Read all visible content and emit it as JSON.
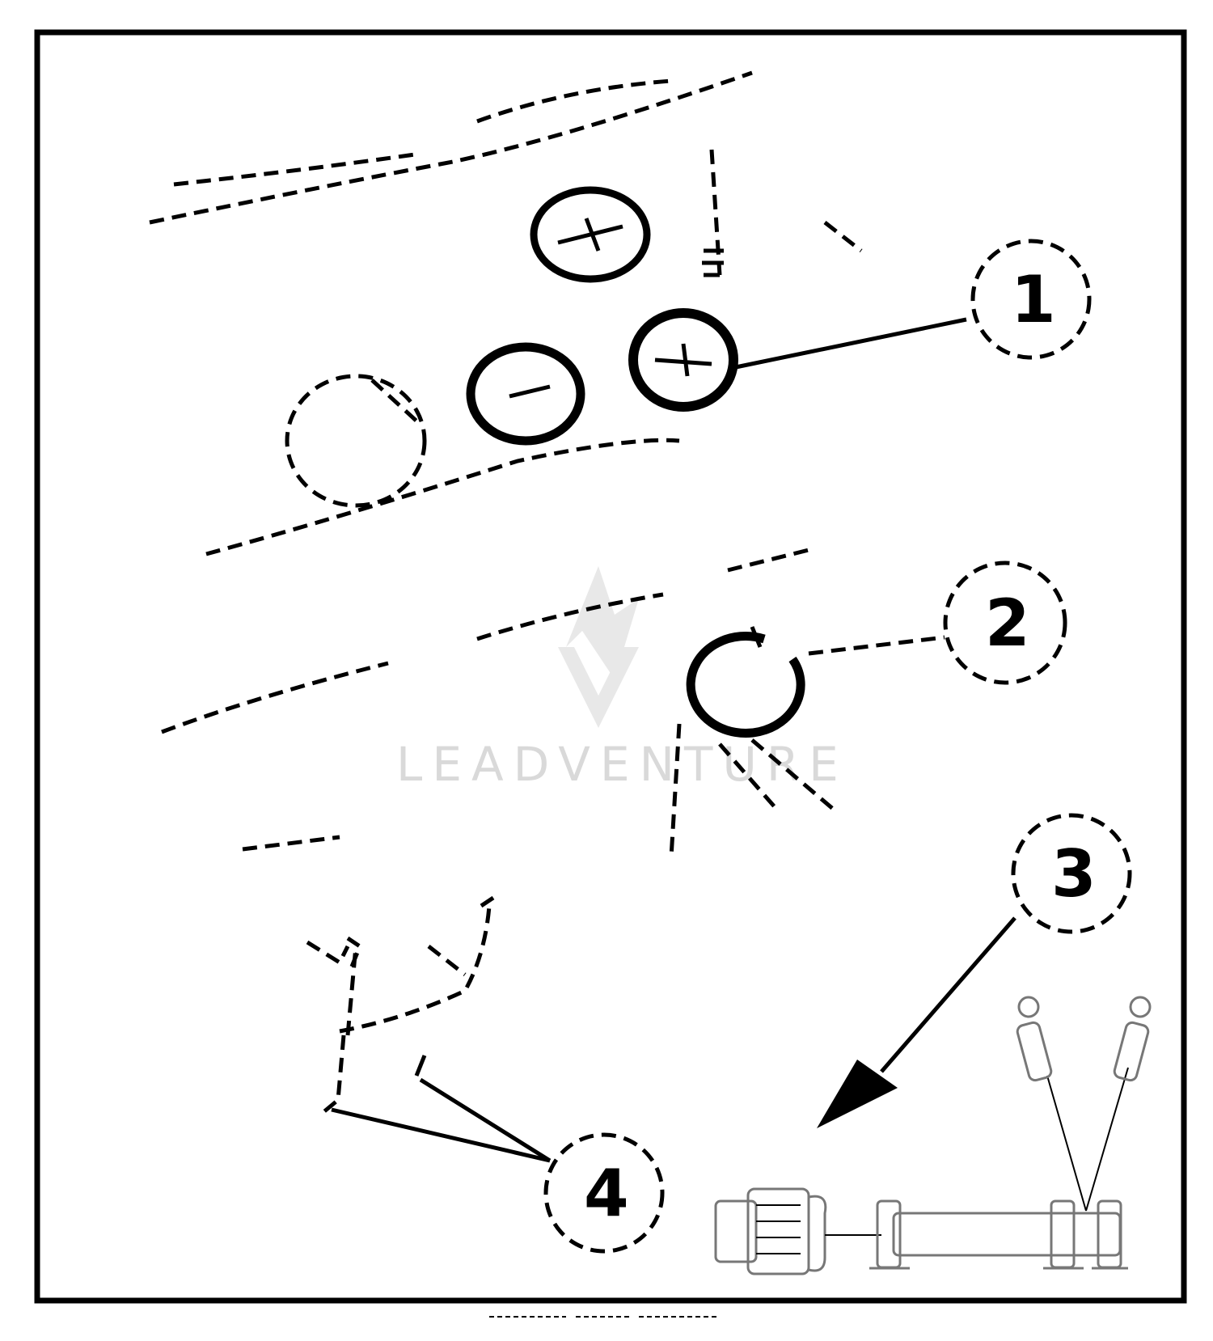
{
  "callouts": [
    {
      "id": "1",
      "label": "1"
    },
    {
      "id": "2",
      "label": "2"
    },
    {
      "id": "3",
      "label": "3"
    },
    {
      "id": "4",
      "label": "4"
    }
  ],
  "watermark": {
    "text": "LEADVENTURE"
  },
  "colors": {
    "line": "#000000",
    "background": "#ffffff",
    "watermark": "#d9d9d9",
    "inset": "#777777"
  }
}
